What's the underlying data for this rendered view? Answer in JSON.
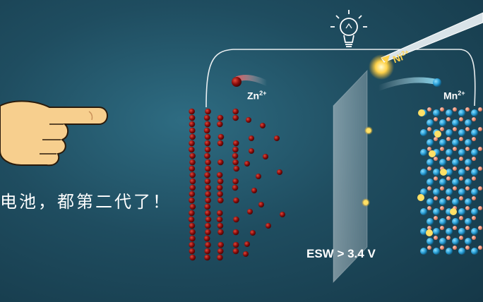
{
  "caption": "电池，都第二代了！",
  "ions": {
    "zn": {
      "base": "Zn",
      "charge": "2+"
    },
    "mn": {
      "base": "Mn",
      "charge": "2+"
    },
    "ni": {
      "base": "Ni",
      "charge": "2+"
    }
  },
  "esw_label": "ESW > 3.4 V",
  "icons": [
    "pointing-hand-icon",
    "lightbulb-icon",
    "pipette-icon"
  ],
  "colors": {
    "background": "#1f4d60",
    "zinc_atom": "#8a0d0d",
    "manganese_atom": "#2a9fd6",
    "oxygen_atom": "#e8866a",
    "nickel_ion": "#ffd24a",
    "ni_label": "#ffd24a"
  }
}
